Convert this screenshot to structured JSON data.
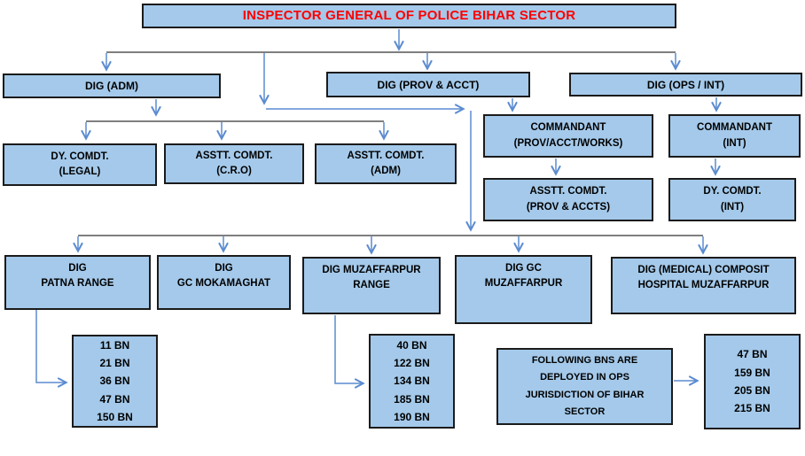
{
  "diagram": {
    "type": "org-chart",
    "title": "INSPECTOR GENERAL OF POLICE BIHAR SECTOR",
    "nodes": {
      "root": {
        "label": "INSPECTOR GENERAL OF POLICE BIHAR SECTOR"
      },
      "dig_adm": {
        "label": "DIG (ADM)"
      },
      "dig_prov_acct": {
        "label": "DIG (PROV & ACCT)"
      },
      "dig_ops_int": {
        "label": "DIG (OPS / INT)"
      },
      "dy_comdt_legal": {
        "label": "DY. COMDT.\n(LEGAL)"
      },
      "asstt_comdt_cro": {
        "label": "ASSTT. COMDT.\n(C.R.O)"
      },
      "asstt_comdt_adm": {
        "label": "ASSTT. COMDT.\n(ADM)"
      },
      "commandant_prov_acct_works": {
        "label": "COMMANDANT\n(PROV/ACCT/WORKS)"
      },
      "commandant_int": {
        "label": "COMMANDANT\n(INT)"
      },
      "asstt_comdt_prov_accts": {
        "label": "ASSTT. COMDT.\n(PROV & ACCTS)"
      },
      "dy_comdt_int": {
        "label": "DY. COMDT.\n(INT)"
      },
      "dig_patna_range": {
        "label": "DIG\nPATNA RANGE"
      },
      "dig_gc_mokamaghat": {
        "label": "DIG\nGC MOKAMAGHAT"
      },
      "dig_muzaffarpur_range": {
        "label": "DIG MUZAFFARPUR\nRANGE"
      },
      "dig_gc_muzaffarpur": {
        "label": "DIG GC\nMUZAFFARPUR"
      },
      "dig_medical_composit": {
        "label": "DIG (MEDICAL) COMPOSIT\nHOSPITAL MUZAFFARPUR"
      },
      "bn_patna_list": {
        "label": "11 BN\n21 BN\n36 BN\n47 BN\n150 BN"
      },
      "bn_muzaffarpur_list": {
        "label": "40 BN\n122 BN\n134 BN\n185 BN\n190 BN"
      },
      "ops_note": {
        "label": "FOLLOWING BNS ARE\nDEPLOYED IN OPS\nJURISDICTION OF BIHAR\nSECTOR"
      },
      "bn_ops_list": {
        "label": "47 BN\n159 BN\n205 BN\n215 BN"
      }
    },
    "edges": [
      {
        "from": "root",
        "to": "dig_adm"
      },
      {
        "from": "root",
        "to": "dig_prov_acct"
      },
      {
        "from": "root",
        "to": "dig_ops_int"
      },
      {
        "from": "root",
        "to": "dig_ranges_row"
      },
      {
        "from": "dig_adm",
        "to": "dy_comdt_legal"
      },
      {
        "from": "dig_adm",
        "to": "asstt_comdt_cro"
      },
      {
        "from": "dig_adm",
        "to": "asstt_comdt_adm"
      },
      {
        "from": "dig_prov_acct",
        "to": "commandant_prov_acct_works"
      },
      {
        "from": "commandant_prov_acct_works",
        "to": "asstt_comdt_prov_accts"
      },
      {
        "from": "dig_ops_int",
        "to": "commandant_int"
      },
      {
        "from": "commandant_int",
        "to": "dy_comdt_int"
      },
      {
        "from": "dig_ranges_row",
        "to": "dig_patna_range"
      },
      {
        "from": "dig_ranges_row",
        "to": "dig_gc_mokamaghat"
      },
      {
        "from": "dig_ranges_row",
        "to": "dig_muzaffarpur_range"
      },
      {
        "from": "dig_ranges_row",
        "to": "dig_gc_muzaffarpur"
      },
      {
        "from": "dig_ranges_row",
        "to": "dig_medical_composit"
      },
      {
        "from": "dig_patna_range",
        "to": "bn_patna_list"
      },
      {
        "from": "dig_muzaffarpur_range",
        "to": "bn_muzaffarpur_list"
      },
      {
        "from": "ops_note",
        "to": "bn_ops_list"
      }
    ]
  },
  "colors": {
    "fill": "#A4C9EA",
    "border": "#1b1b1b",
    "arrow": "#5b8bd0",
    "connector": "#555555",
    "title": "#FF0000"
  }
}
